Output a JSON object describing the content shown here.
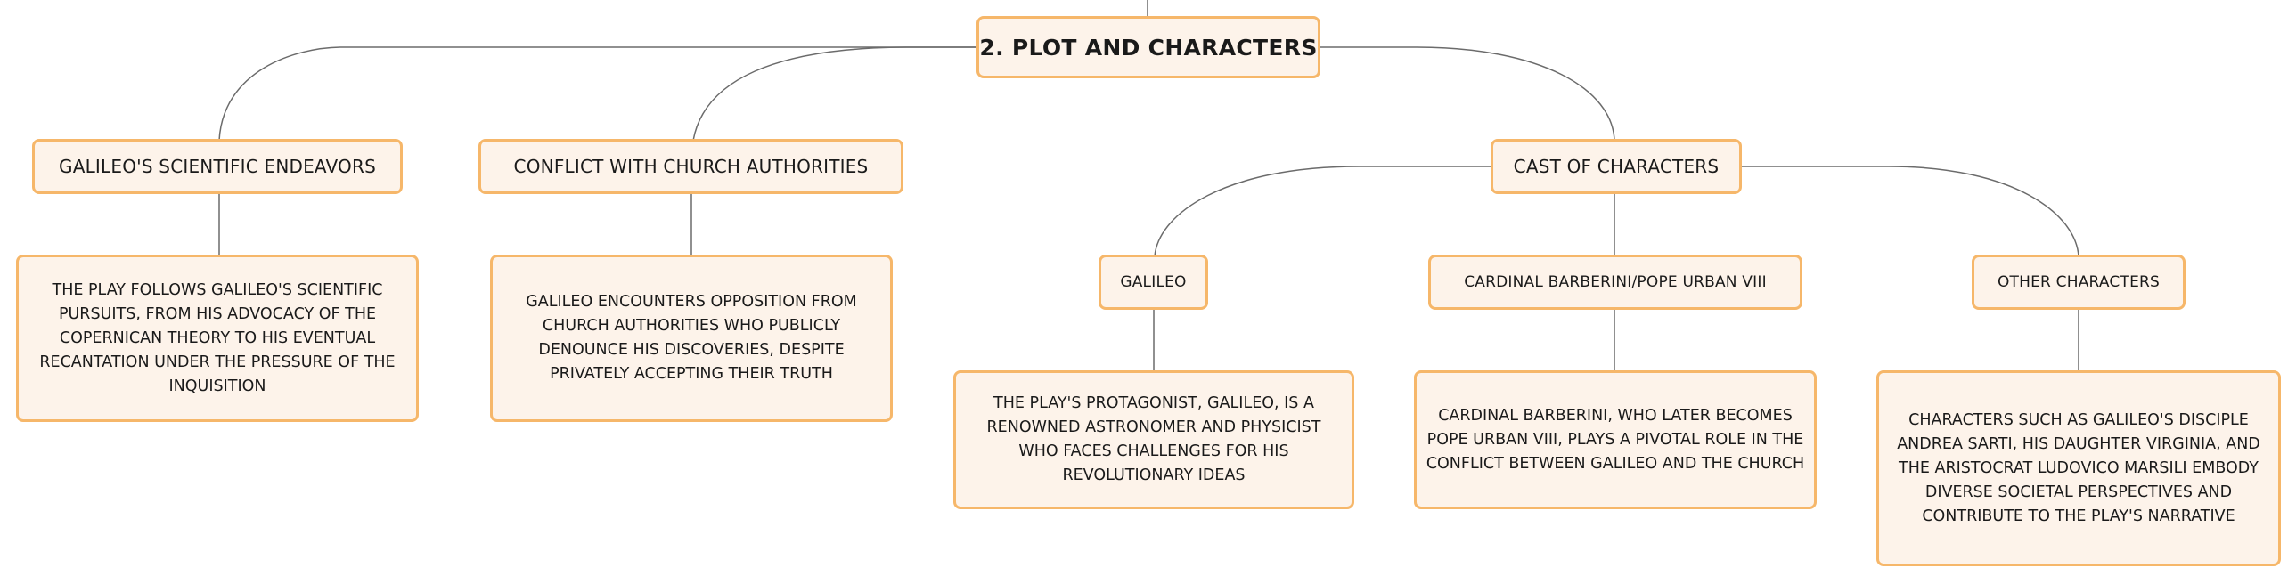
{
  "diagram": {
    "root": {
      "label": "2. PLOT AND CHARACTERS"
    },
    "topics": [
      {
        "label": "GALILEO'S SCIENTIFIC ENDEAVORS",
        "description": "THE PLAY FOLLOWS GALILEO'S SCIENTIFIC PURSUITS, FROM HIS ADVOCACY OF THE COPERNICAN THEORY TO HIS EVENTUAL RECANTATION UNDER THE PRESSURE OF THE INQUISITION"
      },
      {
        "label": "CONFLICT WITH CHURCH AUTHORITIES",
        "description": "GALILEO ENCOUNTERS OPPOSITION FROM CHURCH AUTHORITIES WHO PUBLICLY DENOUNCE HIS DISCOVERIES, DESPITE PRIVATELY ACCEPTING THEIR TRUTH"
      },
      {
        "label": "CAST OF CHARACTERS",
        "children": [
          {
            "label": "GALILEO",
            "description": "THE PLAY'S PROTAGONIST, GALILEO, IS A RENOWNED ASTRONOMER AND PHYSICIST WHO FACES CHALLENGES FOR HIS REVOLUTIONARY IDEAS"
          },
          {
            "label": "CARDINAL BARBERINI/POPE URBAN VIII",
            "description": "CARDINAL BARBERINI, WHO LATER BECOMES POPE URBAN VIII, PLAYS A PIVOTAL ROLE IN THE CONFLICT BETWEEN GALILEO AND THE CHURCH"
          },
          {
            "label": "OTHER CHARACTERS",
            "description": "CHARACTERS SUCH AS GALILEO'S DISCIPLE ANDREA SARTI, HIS DAUGHTER VIRGINIA, AND THE ARISTOCRAT LUDOVICO MARSILI EMBODY DIVERSE SOCIETAL PERSPECTIVES AND CONTRIBUTE TO THE PLAY'S NARRATIVE"
          }
        ]
      }
    ]
  },
  "colors": {
    "node_fill": "#fdf3ea",
    "node_border": "#f6b76a",
    "connector": "#6b6b6b",
    "text": "#1a1a1a"
  }
}
